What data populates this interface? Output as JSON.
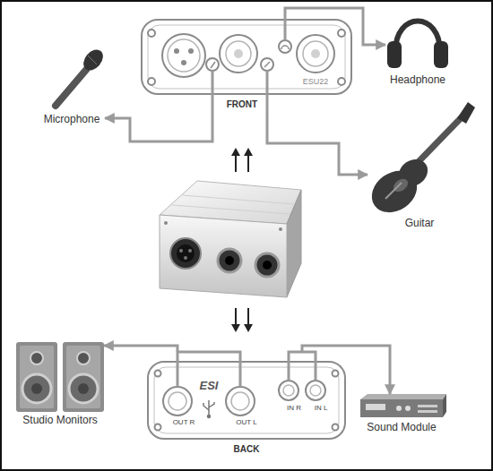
{
  "diagram": {
    "nodes": [
      {
        "text": [
          "ESU22",
          "FRONT"
        ]
      },
      {
        "text": [
          "Headphone"
        ]
      },
      {
        "text": [
          "Microphone"
        ]
      },
      {
        "text": [
          "Guitar"
        ]
      },
      {
        "text": [
          "Studio Monitors"
        ]
      },
      {
        "text": [
          "ESI",
          "OUT R",
          "OUT L",
          "IN R",
          "IN L",
          "BACK"
        ]
      },
      {
        "text": [
          "Sound Module"
        ]
      }
    ],
    "edges": [
      {
        "from": 0,
        "to": 1,
        "arrow": "to"
      },
      {
        "from": 0,
        "to": 2,
        "arrow": "to"
      },
      {
        "from": 0,
        "to": 3,
        "arrow": "to"
      },
      {
        "from": 5,
        "to": 4,
        "arrow": "to"
      },
      {
        "from": 5,
        "to": 6,
        "arrow": "to"
      }
    ]
  }
}
